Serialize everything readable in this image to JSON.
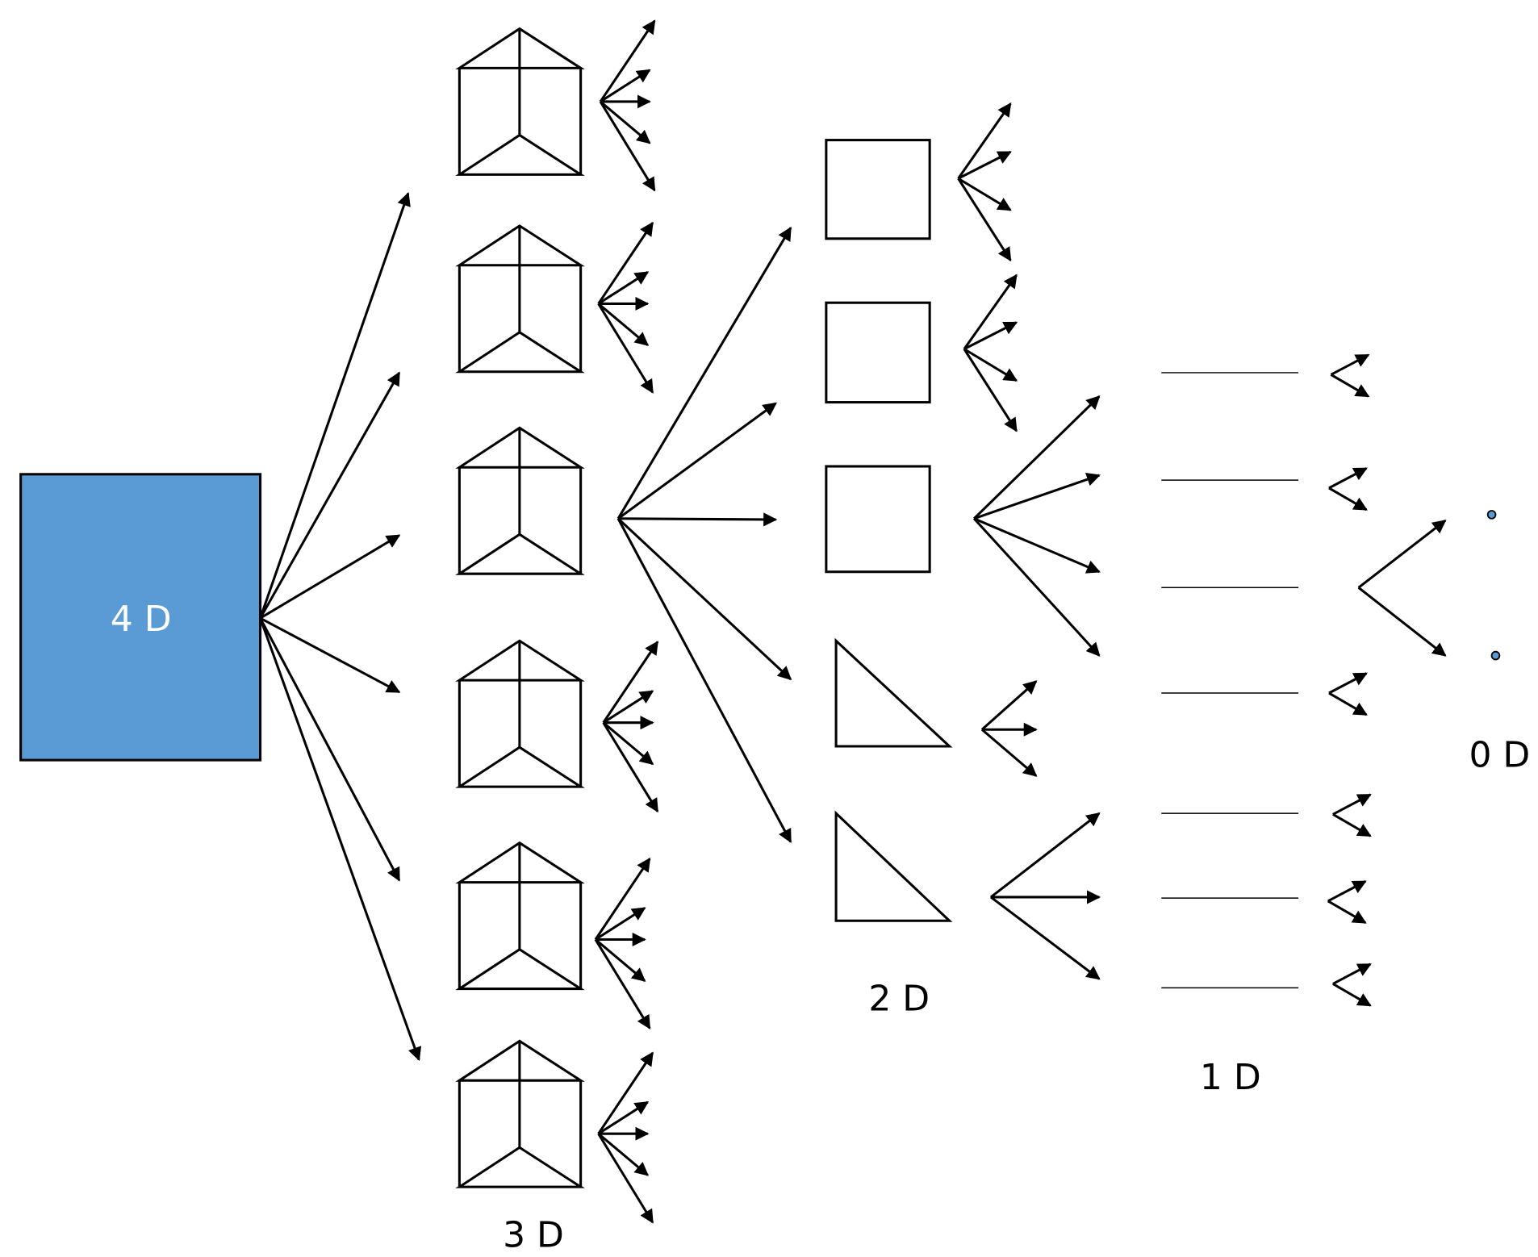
{
  "title": "Dimensional decomposition: 4D to 0D",
  "colors": {
    "hypercube_fill": "#5b9bd5",
    "point_fill": "#5b9bd5",
    "stroke": "#000000"
  },
  "labels": {
    "d4": "4 D",
    "d3": "3 D",
    "d2": "2 D",
    "d1": "1 D",
    "d0": "0 D"
  },
  "levels": [
    {
      "name": "4D",
      "shape": "blue-rectangle",
      "count": 1
    },
    {
      "name": "3D",
      "shape": "triangular-prism",
      "count": 6
    },
    {
      "name": "2D",
      "shape": "square/right-triangle",
      "count": 5,
      "squares": 3,
      "triangles": 2
    },
    {
      "name": "1D",
      "shape": "line-segment",
      "count": 7
    },
    {
      "name": "0D",
      "shape": "point",
      "count": 2
    }
  ]
}
